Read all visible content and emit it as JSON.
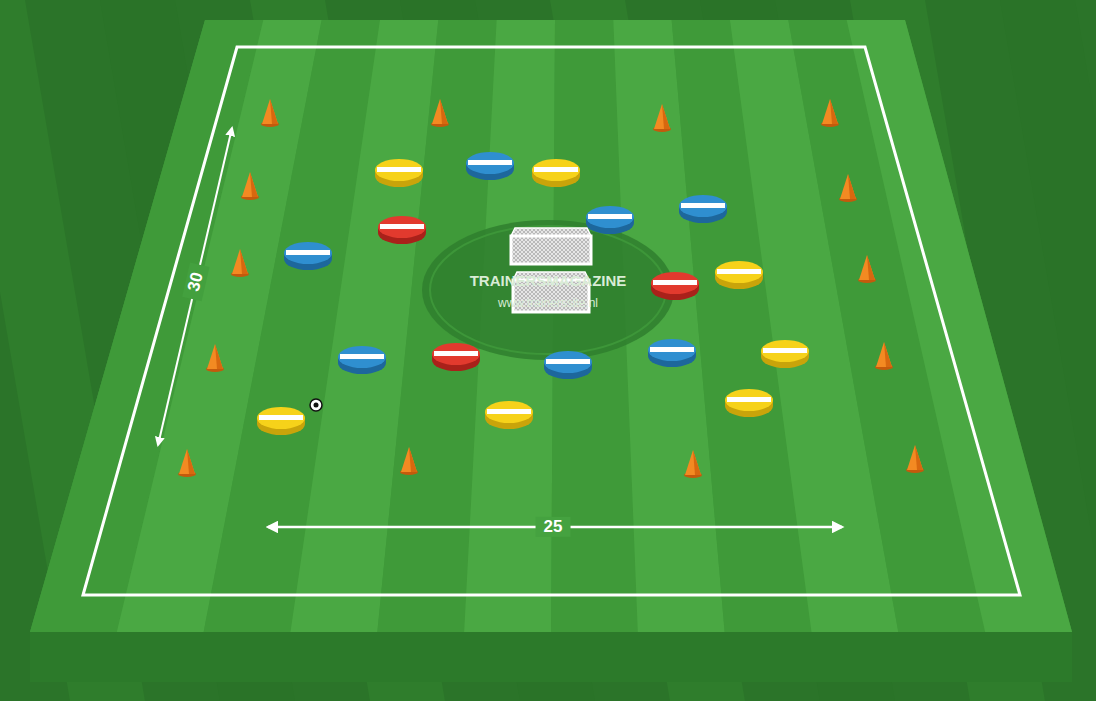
{
  "diagram": {
    "labels": [
      "30",
      "25",
      "TRAINERSMAGAZINE",
      "www.trainerssite.nl"
    ]
  }
}
